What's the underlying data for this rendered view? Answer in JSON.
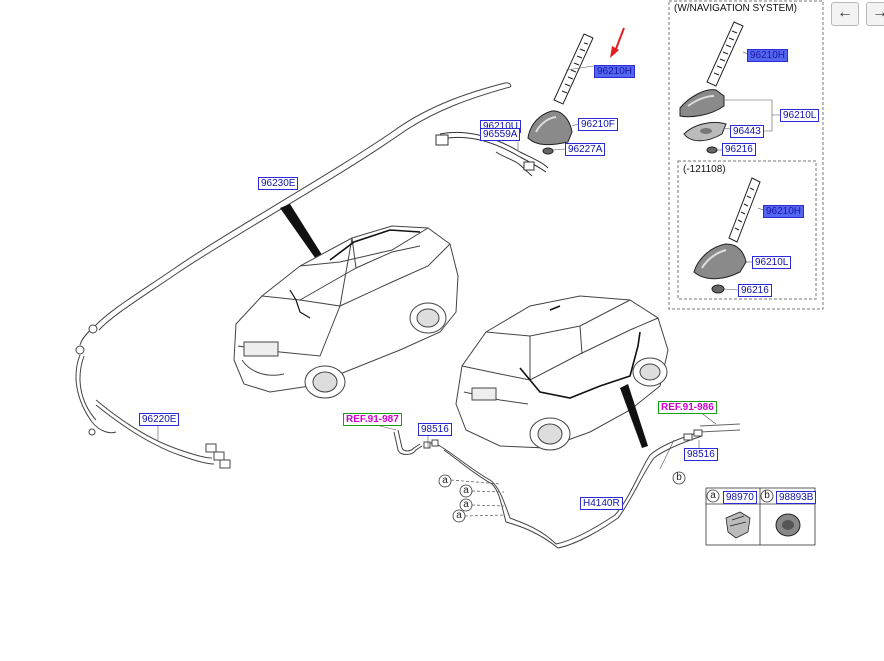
{
  "header": {
    "navigation_box_title": "(W/NAVIGATION SYSTEM)",
    "sub_box_title": "(-121108)"
  },
  "nav": {
    "back_icon": "arrow-left-icon",
    "forward_icon": "arrow-right-icon"
  },
  "callouts": {
    "antenna_main": "96210H",
    "nav_antenna": "96210H",
    "sub_antenna": "96210H",
    "nav_base": "96210L",
    "sub_base": "96210L",
    "base_cover": "96210F",
    "module_u": "96210U",
    "module_a": "96559A",
    "grommet": "96227A",
    "gasket": "96443",
    "nav_seal": "96216",
    "sub_seal": "96216",
    "roof_cable": "96230E",
    "front_cable": "96220E",
    "rear_cable": "H4140R",
    "clip_left": "98516",
    "clip_right": "98516"
  },
  "refs": {
    "left": "REF.91-987",
    "right": "REF.91-986"
  },
  "markers": {
    "a": "a",
    "b": "b"
  },
  "legend": {
    "a_letter": "a",
    "a_part": "98970",
    "b_letter": "b",
    "b_part": "98893B"
  },
  "colors": {
    "label_border": "#2a2ad8",
    "label_text": "#1010b0",
    "highlight_fill": "#5566ee",
    "ref_text": "#d400d4",
    "ref_border": "#19a019",
    "pointer_arrow": "#e02020"
  }
}
